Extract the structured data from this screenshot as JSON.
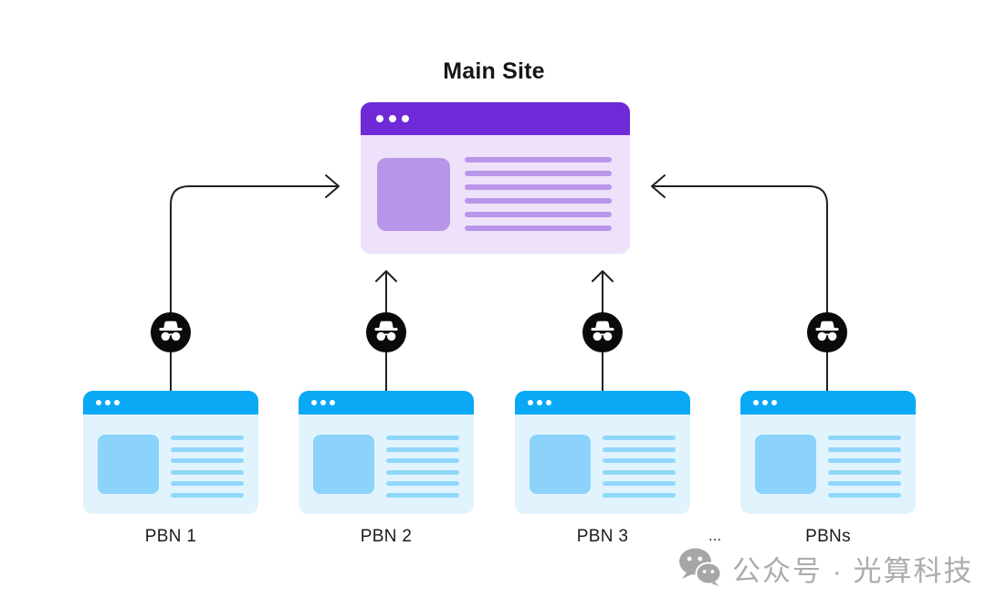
{
  "main_site": {
    "title": "Main Site"
  },
  "pbn_sites": [
    {
      "label": "PBN 1"
    },
    {
      "label": "PBN 2"
    },
    {
      "label": "PBN 3"
    },
    {
      "label": "PBNs"
    }
  ],
  "ellipsis": "...",
  "watermark": {
    "text": "公众号 · 光算科技",
    "icon": "wechat-icon"
  },
  "icons": {
    "link_source_badge": "incognito-icon",
    "window_controls": "three-dots"
  },
  "colors": {
    "main_header": "#7029D6",
    "main_body": "#EDE2FA",
    "main_thumbnail": "#B795E8",
    "main_lines": "#BA96EA",
    "pbn_header": "#0AA9F5",
    "pbn_body": "#E1F4FD",
    "pbn_thumbnail": "#8BD3FA",
    "pbn_lines": "#90D8FB",
    "arrow": "#202020",
    "badge_background": "#0A0A0A",
    "title_text": "#161616",
    "watermark_gray": "#ACACAC"
  }
}
